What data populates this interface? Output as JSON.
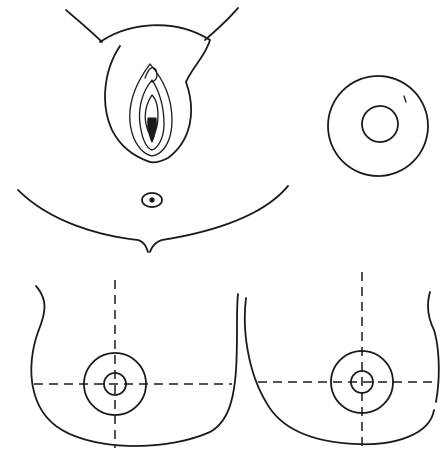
{
  "diagram": {
    "panels": [
      {
        "id": "vulva",
        "label": ""
      },
      {
        "id": "perianal",
        "label": ""
      },
      {
        "id": "single-breast-circle",
        "label": ""
      },
      {
        "id": "left-breast",
        "label": ""
      },
      {
        "id": "right-breast",
        "label": ""
      }
    ],
    "colors": {
      "ink": "#1a1a1a",
      "background": "#ffffff"
    }
  }
}
